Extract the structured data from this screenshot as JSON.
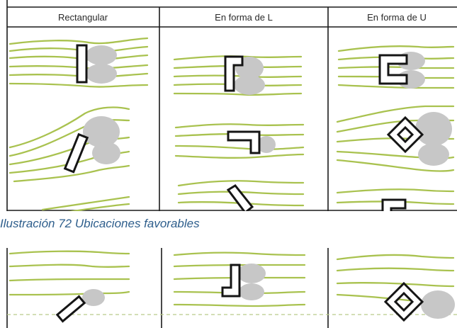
{
  "figure": {
    "column_headers": [
      "Rectangular",
      "En forma de L",
      "En forma de U"
    ]
  },
  "caption": "Ilustración 72 Ubicaciones favorables",
  "colors": {
    "airflow": "#a9c24f",
    "wake": "#c7c7c7",
    "building_outline": "#151515",
    "caption": "#2e5e8c"
  }
}
